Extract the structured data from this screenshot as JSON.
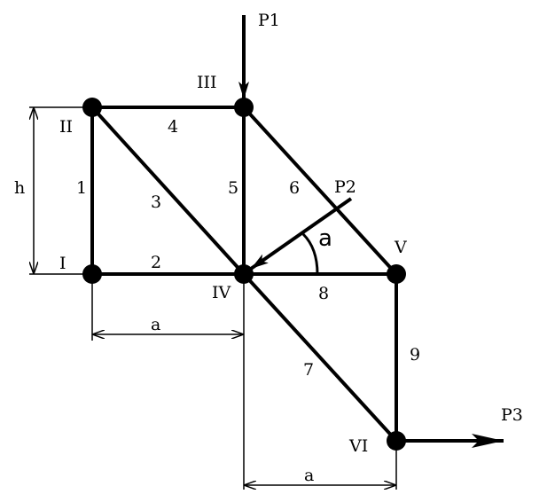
{
  "nodes": {
    "I": "I",
    "II": "II",
    "III": "III",
    "IV": "IV",
    "V": "V",
    "VI": "VI"
  },
  "members": {
    "m1": "1",
    "m2": "2",
    "m3": "3",
    "m4": "4",
    "m5": "5",
    "m6": "6",
    "m7": "7",
    "m8": "8",
    "m9": "9"
  },
  "loads": {
    "p1": "P1",
    "p2": "P2",
    "p3": "P3"
  },
  "dimensions": {
    "h": "h",
    "a_top": "a",
    "a_bottom": "a"
  },
  "angle_label": "a"
}
